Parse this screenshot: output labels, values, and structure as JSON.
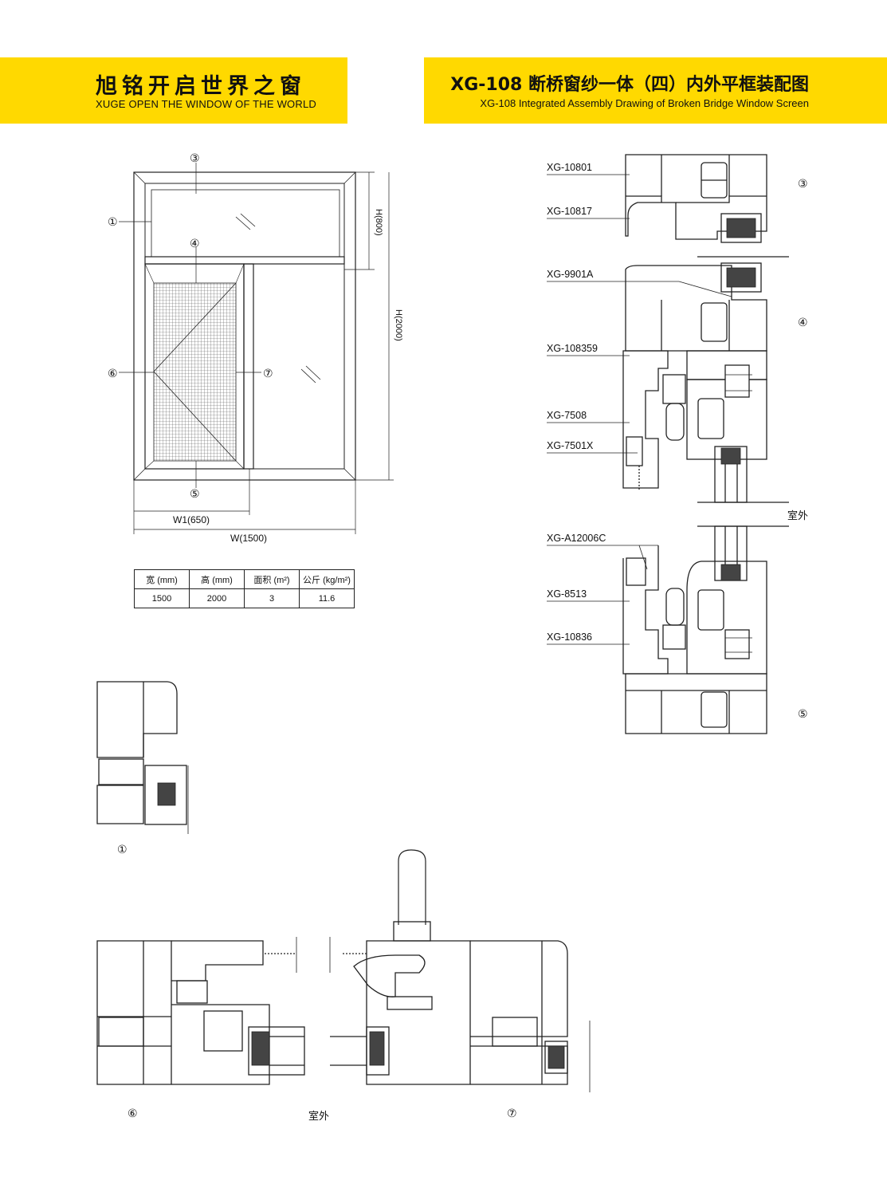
{
  "header": {
    "brand_cn": "旭铭开启世界之窗",
    "brand_en": "XUGE OPEN THE WINDOW OF THE WORLD",
    "title_cn": "XG-108 断桥窗纱一体（四）内外平框装配图",
    "title_en": "XG-108 Integrated Assembly Drawing of Broken Bridge Window Screen"
  },
  "elevation": {
    "markers": [
      "③",
      "①",
      "④",
      "⑥",
      "⑦",
      "⑤"
    ],
    "dim_h_top": "H(800)",
    "dim_h_total": "H(2000)",
    "dim_w1": "W1(650)",
    "dim_w": "W(1500)"
  },
  "spec_table": {
    "headers": [
      "宽 (mm)",
      "高 (mm)",
      "面积 (m²)",
      "公斤 (kg/m²)"
    ],
    "row": [
      "1500",
      "2000",
      "3",
      "11.6"
    ]
  },
  "parts": {
    "p1": "XG-10801",
    "p2": "XG-10817",
    "p3": "XG-9901A",
    "p4": "XG-108359",
    "p5": "XG-7508",
    "p6": "XG-7501X",
    "p7": "XG-A12006C",
    "p8": "XG-8513",
    "p9": "XG-10836"
  },
  "section_markers": {
    "s3": "③",
    "s4": "④",
    "s5": "⑤",
    "s1": "①",
    "s6": "⑥",
    "s7": "⑦"
  },
  "outdoor_label": "室外"
}
